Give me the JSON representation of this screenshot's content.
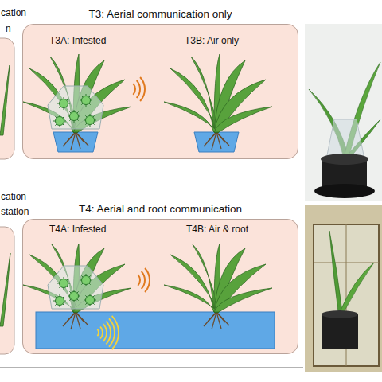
{
  "diagram": {
    "nodes": [
      {
        "text": [
          "T3: Aerial communication only"
        ]
      },
      {
        "text": [
          "T4: Aerial and root communication"
        ]
      }
    ],
    "labels": [
      "T3A: Infested",
      "T3B: Air only",
      "T4A: Infested",
      "T4B: Air & root",
      "cation",
      "n",
      "cation",
      "station"
    ]
  }
}
